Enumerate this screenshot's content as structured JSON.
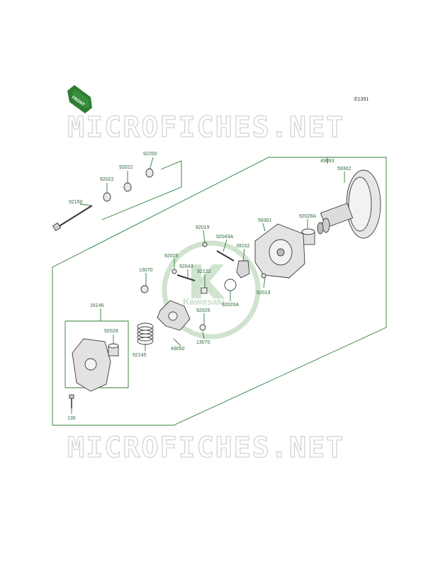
{
  "diagram_code": "E1391",
  "direction_arrow": "FRONT",
  "watermarks": {
    "top": "MICROFICHES.NET",
    "bottom": "MICROFICHES.NET",
    "logo": "Kawasaki"
  },
  "labels": {
    "p49093": "49093",
    "p59302": "59302",
    "p92200": "92200",
    "p92022a": "92022",
    "p92022b": "92022",
    "p92150": "92150",
    "p59301": "59301",
    "p92028a": "92028A",
    "p92019a": "92019",
    "p92043a": "92043A",
    "p39152": "39152",
    "p92026a": "92026",
    "p92043": "92043",
    "p92122": "92122",
    "p13070a": "13070",
    "p92019b": "92019",
    "p92026A": "92026A",
    "p16146": "16146",
    "p92028": "92028",
    "p92026b": "92026",
    "p13070b": "13070",
    "p92145": "92145",
    "p49050": "49050",
    "p130": "130"
  },
  "colors": {
    "line": "#2e7d32",
    "part": "#3a3a3a",
    "part_fill": "#e4e4e4"
  }
}
